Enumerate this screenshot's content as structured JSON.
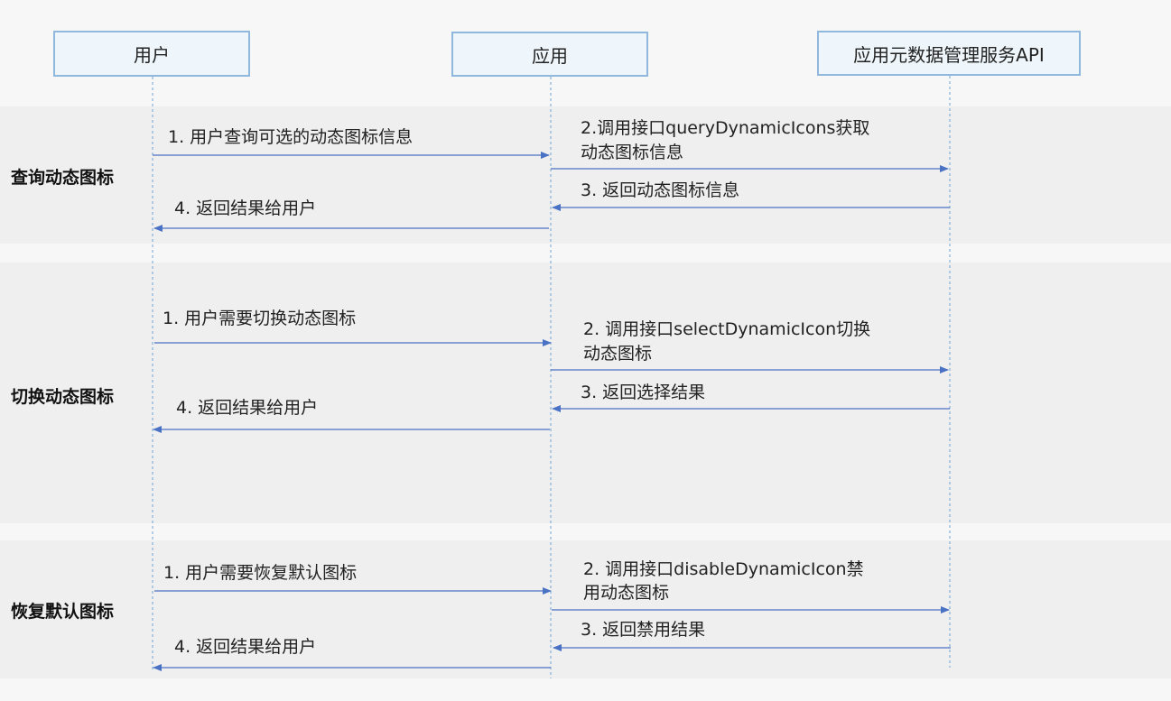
{
  "participants": {
    "user": "用户",
    "app": "应用",
    "api": "应用元数据管理服务API"
  },
  "sections": {
    "query": {
      "label": "查询动态图标",
      "m1": "1. 用户查询可选的动态图标信息",
      "m2_line1": "2.调用接口queryDynamicIcons获取",
      "m2_line2": "动态图标信息",
      "m3": "3. 返回动态图标信息",
      "m4": "4. 返回结果给用户"
    },
    "switch": {
      "label": "切换动态图标",
      "m1": "1. 用户需要切换动态图标",
      "m2_line1": "2. 调用接口selectDynamicIcon切换",
      "m2_line2": "动态图标",
      "m3": "3. 返回选择结果",
      "m4": "4. 返回结果给用户"
    },
    "restore": {
      "label": "恢复默认图标",
      "m1": "1. 用户需要恢复默认图标",
      "m2_line1": "2. 调用接口disableDynamicIcon禁",
      "m2_line2": "用动态图标",
      "m3": "3. 返回禁用结果",
      "m4": "4. 返回结果给用户"
    }
  },
  "colors": {
    "arrow": "#4a72c4",
    "lifeline": "#6fa3d6",
    "participant_border": "#8fb8dc",
    "participant_fill": "#eef6fb",
    "band": "#efeff0",
    "background": "#f7f7f8"
  }
}
